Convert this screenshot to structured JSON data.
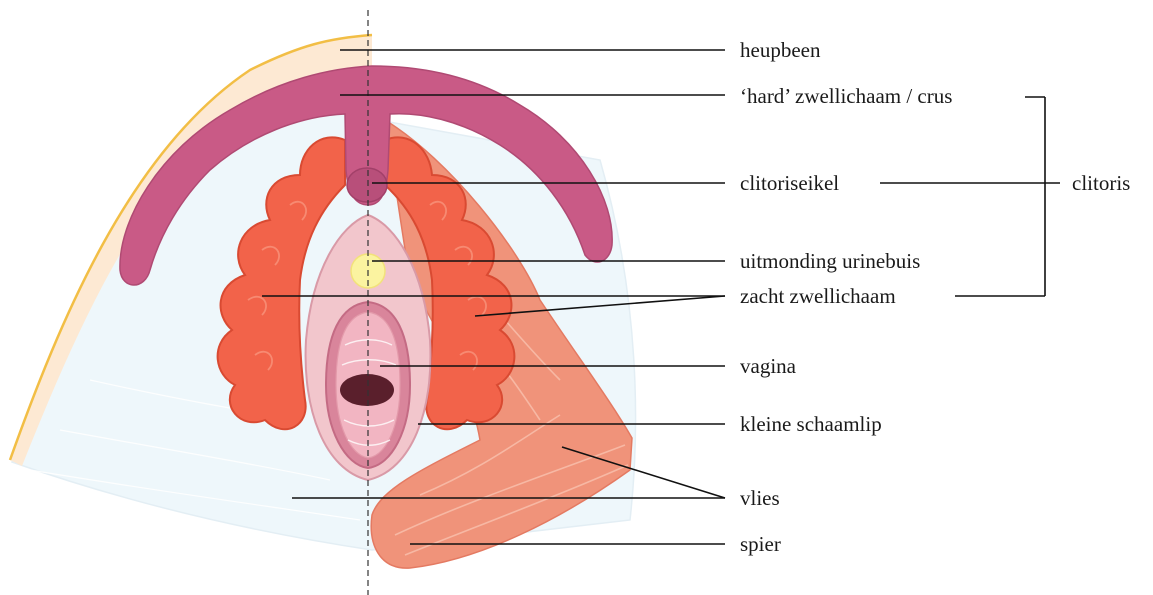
{
  "labels": {
    "heupbeen": "heupbeen",
    "crus": "‘hard’ zwellichaam / crus",
    "eikel": "clitoriseikel",
    "urinebuis": "uitmonding urinebuis",
    "zacht": "zacht zwellichaam",
    "vagina": "vagina",
    "schaamlip": "kleine schaamlip",
    "vlies": "vlies",
    "spier": "spier",
    "clitoris": "clitoris"
  },
  "colors": {
    "bone_fill": "#fde9d3",
    "bone_edge": "#f2be45",
    "membrane": "#eef7fb",
    "crus": "#c95a86",
    "soft_tissue": "#f2634a",
    "labium": "#f2c6cc",
    "vagina": "#d9859b",
    "urethra": "#fbf3a0",
    "muscle": "#f0937a",
    "opening": "#5a1f2c"
  }
}
